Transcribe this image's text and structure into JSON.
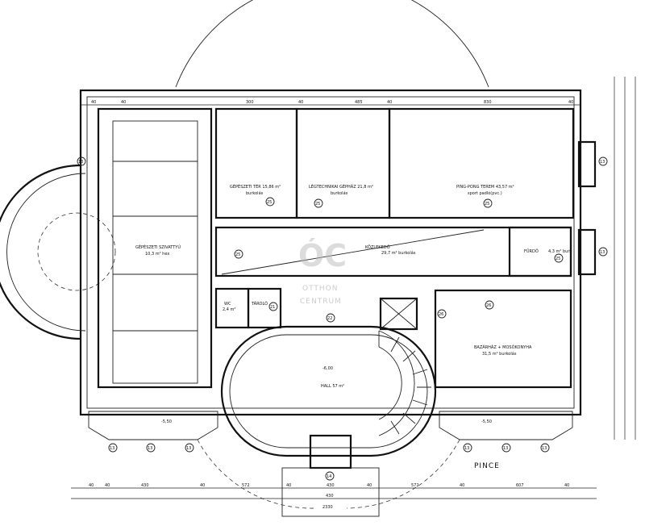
{
  "drawing_title": "PINCE",
  "watermark": {
    "logo": "ÓC",
    "line1": "OTTHON",
    "line2": "CENTRUM"
  },
  "rooms": {
    "machine_room": {
      "name": "GÉPÉSZETI SZIVATTYÚ",
      "area": "10,3 m² hex"
    },
    "gepeszeti_ter": {
      "name": "GÉPÉSZETI TÉR 15,86 m²",
      "sub": "burkolás"
    },
    "legtechnika": {
      "name": "LÉGTECHNIKAI GÉPHÁZ 21,8 m²",
      "sub": "burkolás"
    },
    "ping_pong": {
      "name": "PING-PONG TEREM 43,57 m²",
      "sub": "sport padló(pvc.)"
    },
    "kozlekedo": {
      "name": "KÖZLEKEDŐ",
      "area": "29,7 m² burkolás"
    },
    "furdo": {
      "name": "FÜRDŐ",
      "area": "4,3 m² burk"
    },
    "wc": {
      "name": "WC",
      "area": "2,4 m²"
    },
    "tarolo": {
      "name": "TÁROLÓ",
      "area": ""
    },
    "hall": {
      "name": "HALL 57 m²"
    },
    "bazar": {
      "name": "BAZÁRHÁZ + MOSÓKONYHA",
      "area": "31,5 m² burkolás"
    }
  },
  "levels": {
    "hall": "-6,00",
    "left_bay": "-5,50",
    "right_bay": "-5,50"
  },
  "circle_markers": [
    "25",
    "25",
    "25",
    "25",
    "25",
    "21",
    "22",
    "26",
    "26",
    "13",
    "13",
    "13",
    "13",
    "13",
    "13",
    "13",
    "14",
    "13",
    "13"
  ],
  "dimensions": {
    "top": [
      "40",
      "40",
      "300",
      "40",
      "485",
      "40",
      "830",
      "40"
    ],
    "bottom": [
      "40",
      "40",
      "430",
      "40",
      "572",
      "40",
      "430",
      "40",
      "572",
      "40",
      "607",
      "40"
    ],
    "total_bottom": "2330",
    "center_bottom": "430"
  }
}
